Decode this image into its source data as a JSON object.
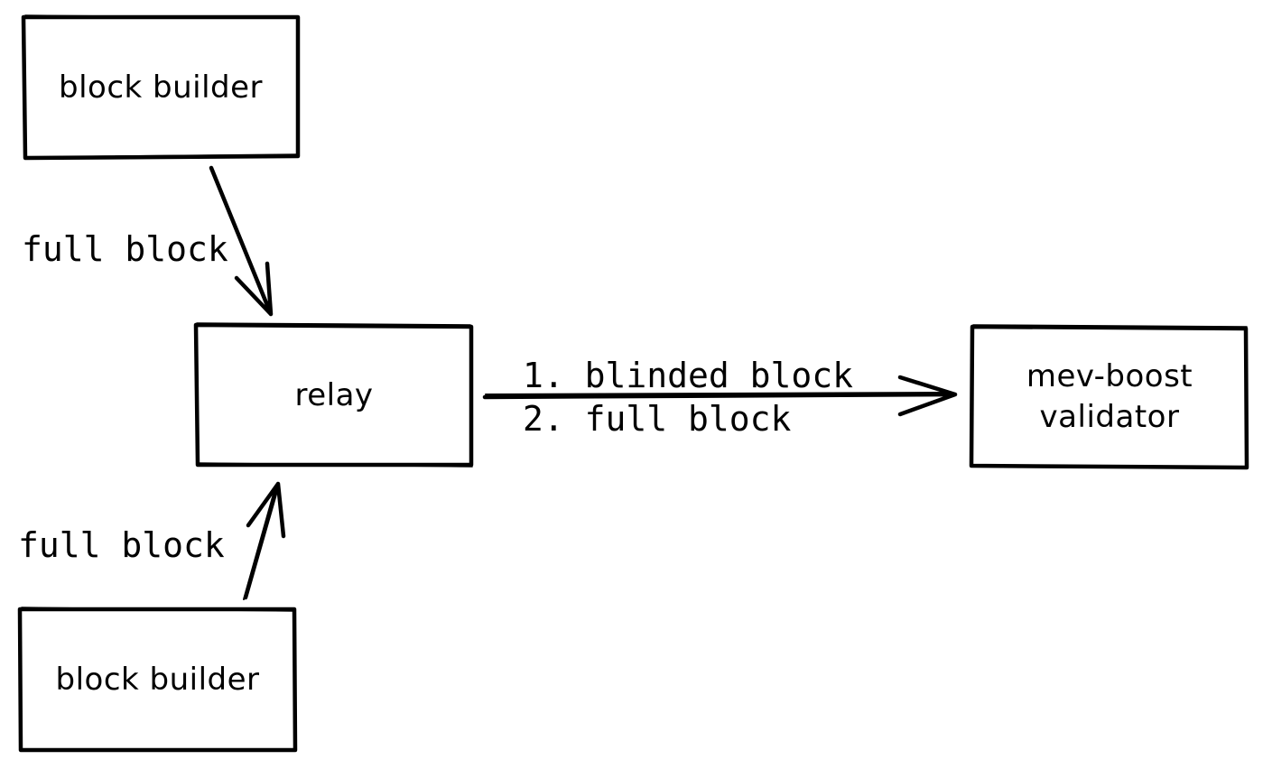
{
  "diagram": {
    "nodes": {
      "block_builder_top": {
        "label": "block builder"
      },
      "relay": {
        "label": "relay"
      },
      "validator": {
        "label_line1": "mev-boost",
        "label_line2": "validator"
      },
      "block_builder_bottom": {
        "label": "block builder"
      }
    },
    "edges": {
      "top_builder_to_relay": {
        "label": "full block"
      },
      "bottom_builder_to_relay": {
        "label": "full block"
      },
      "relay_to_validator": {
        "label_line1": "1. blinded block",
        "label_line2": "2. full block"
      }
    },
    "stroke_color": "#000000",
    "background_color": "#ffffff"
  }
}
